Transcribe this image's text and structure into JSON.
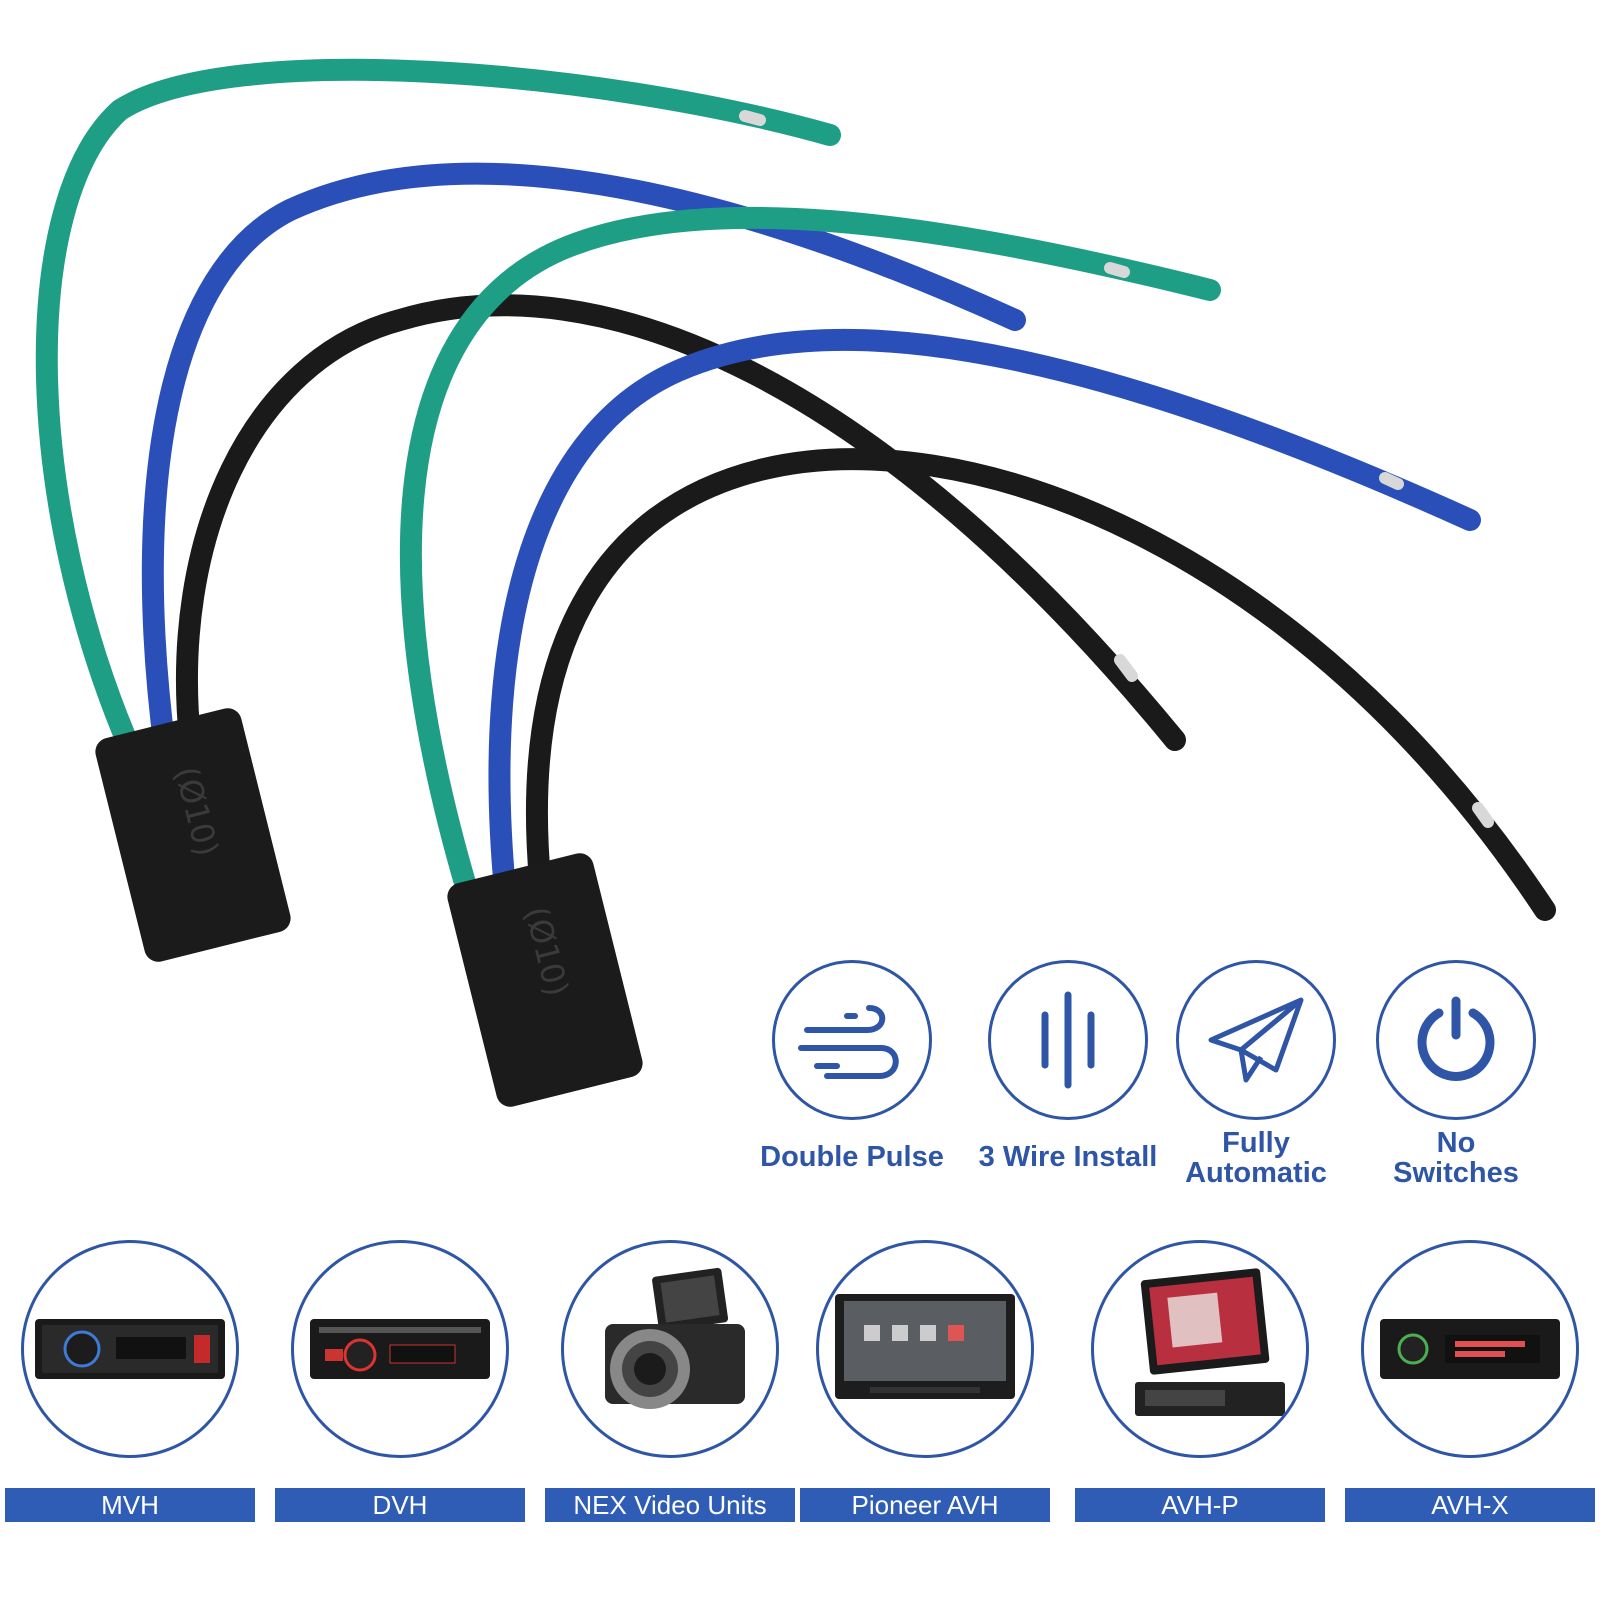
{
  "features": [
    {
      "icon": "double-pulse-wind-icon",
      "label": "Double Pulse"
    },
    {
      "icon": "three-wire-lines-icon",
      "label": "3 Wire Install"
    },
    {
      "icon": "paper-plane-icon",
      "label": "Fully\nAutomatic"
    },
    {
      "icon": "power-icon",
      "label": "No\nSwitches"
    }
  ],
  "units": [
    {
      "image": "car-stereo-mvh",
      "label": "MVH"
    },
    {
      "image": "car-stereo-dvh",
      "label": "DVH"
    },
    {
      "image": "mirrorless-camera",
      "label": "NEX Video Units"
    },
    {
      "image": "touchscreen-head-unit",
      "label": "Pioneer AVH"
    },
    {
      "image": "flip-out-screen-unit",
      "label": "AVH-P"
    },
    {
      "image": "single-din-receiver",
      "label": "AVH-X"
    }
  ],
  "module_marking": "(Ø10)",
  "colors": {
    "accent": "#2f55a6",
    "bar": "#2f5db5",
    "wire_green": "#1f9e86",
    "wire_blue": "#2a4fb8",
    "wire_black": "#1a1a1a"
  }
}
